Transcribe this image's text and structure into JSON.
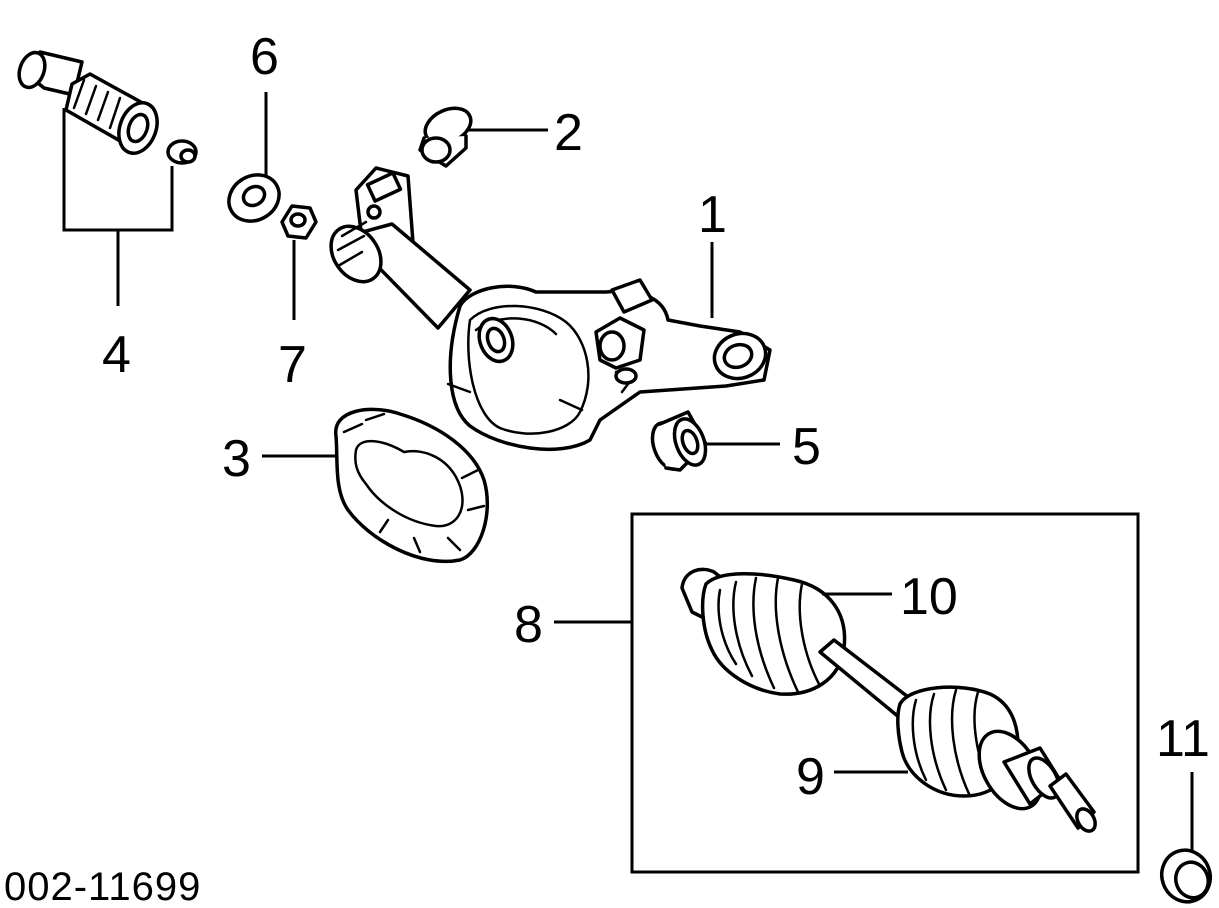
{
  "callouts": {
    "c1": "1",
    "c2": "2",
    "c3": "3",
    "c4": "4",
    "c5": "5",
    "c6": "6",
    "c7": "7",
    "c8": "8",
    "c9": "9",
    "c10": "10",
    "c11": "11"
  },
  "figure_code": "002-11699",
  "colors": {
    "line": "#000000",
    "background": "#ffffff"
  }
}
